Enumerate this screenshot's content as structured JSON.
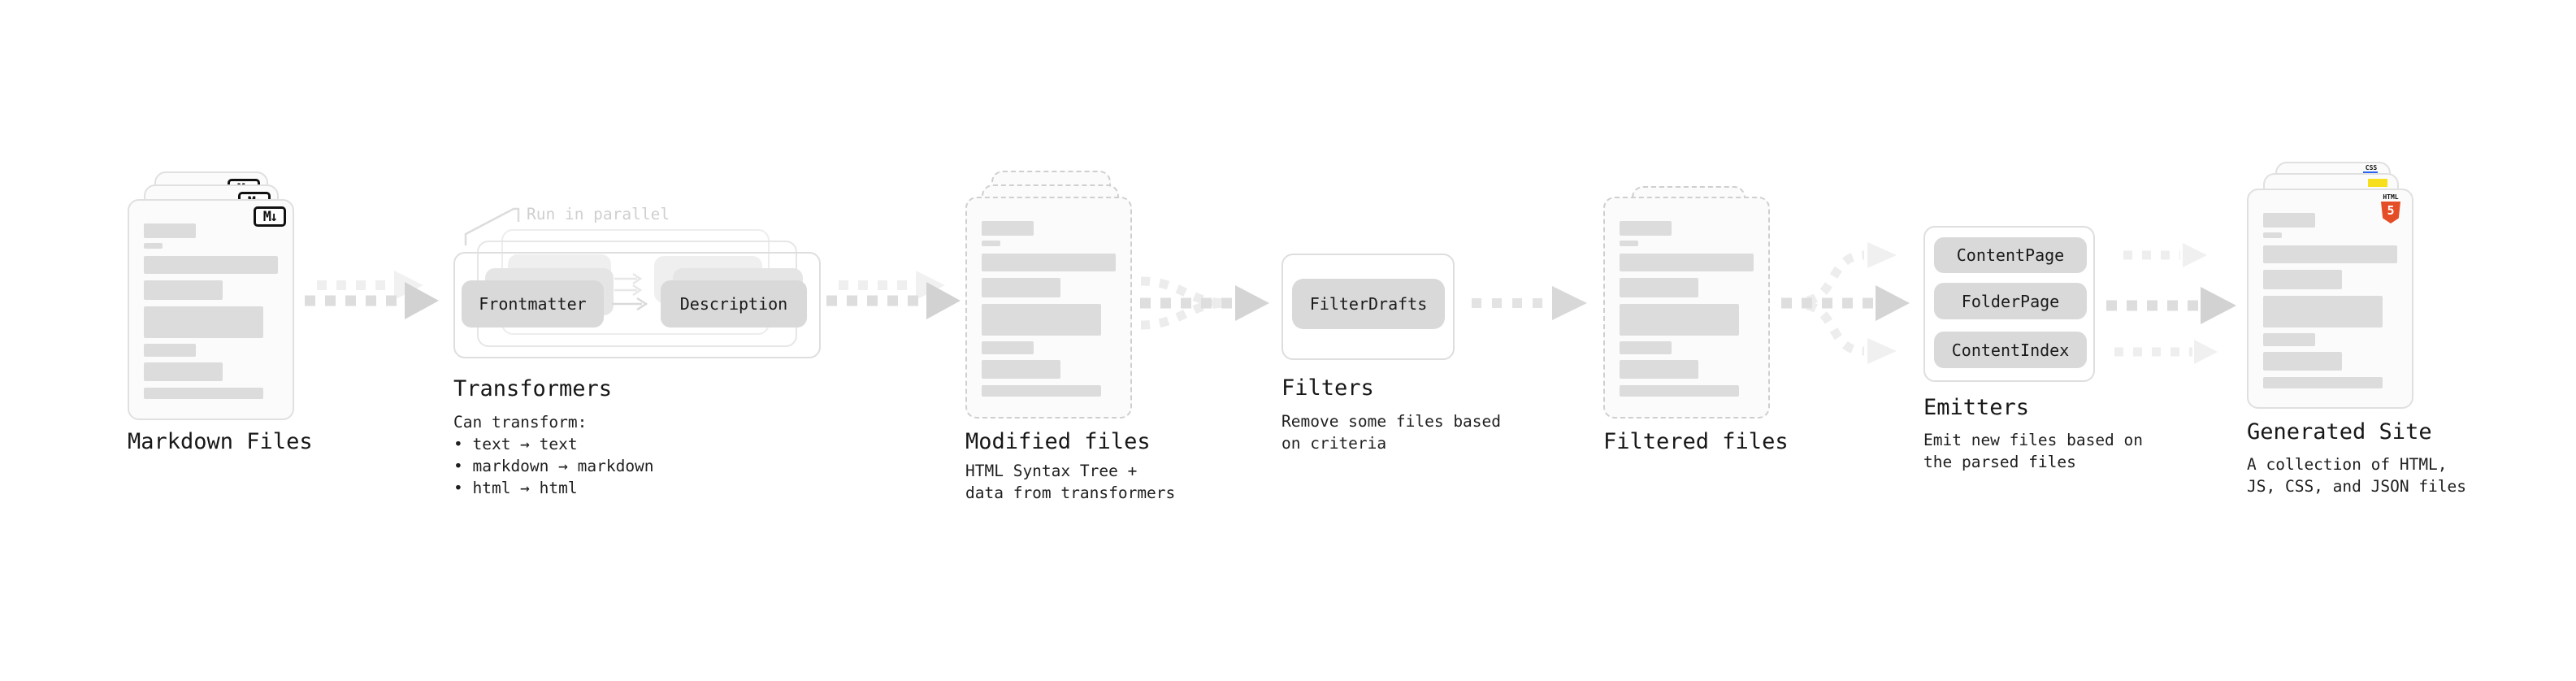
{
  "nodes": {
    "markdown_files": {
      "label": "Markdown Files",
      "icon_text": "M↓"
    },
    "transformers": {
      "label": "Transformers",
      "annotation": "Run in parallel",
      "pill_left": "Frontmatter",
      "pill_right": "Description",
      "sub": [
        "Can transform:",
        " • text → text",
        " • markdown → markdown",
        " • html → html"
      ]
    },
    "modified_files": {
      "label": "Modified files",
      "sub": [
        "HTML Syntax Tree +",
        "data from transformers"
      ]
    },
    "filters": {
      "label": "Filters",
      "pill": "FilterDrafts",
      "sub": [
        "Remove some files based",
        "on criteria"
      ]
    },
    "filtered_files": {
      "label": "Filtered files"
    },
    "emitters": {
      "label": "Emitters",
      "pills": [
        "ContentPage",
        "FolderPage",
        "ContentIndex"
      ],
      "sub": [
        "Emit new files based on",
        "the parsed files"
      ]
    },
    "generated_site": {
      "label": "Generated Site",
      "sub": [
        "A collection of HTML,",
        "JS, CSS, and JSON files"
      ],
      "css_icon_text": "CSS",
      "html_icon_text": "HTML",
      "html_icon_number": "5"
    }
  },
  "colors": {
    "pill_bg": "#d9d9d9",
    "arrow_dark": "#dddddd",
    "arrow_head_dark": "#d2d2d2",
    "arrow_light": "#efefef",
    "markdown_icon_fg": "#111111",
    "html5_orange": "#e44d26",
    "js_yellow": "#f7df1e",
    "css_blue": "#2965f1"
  }
}
